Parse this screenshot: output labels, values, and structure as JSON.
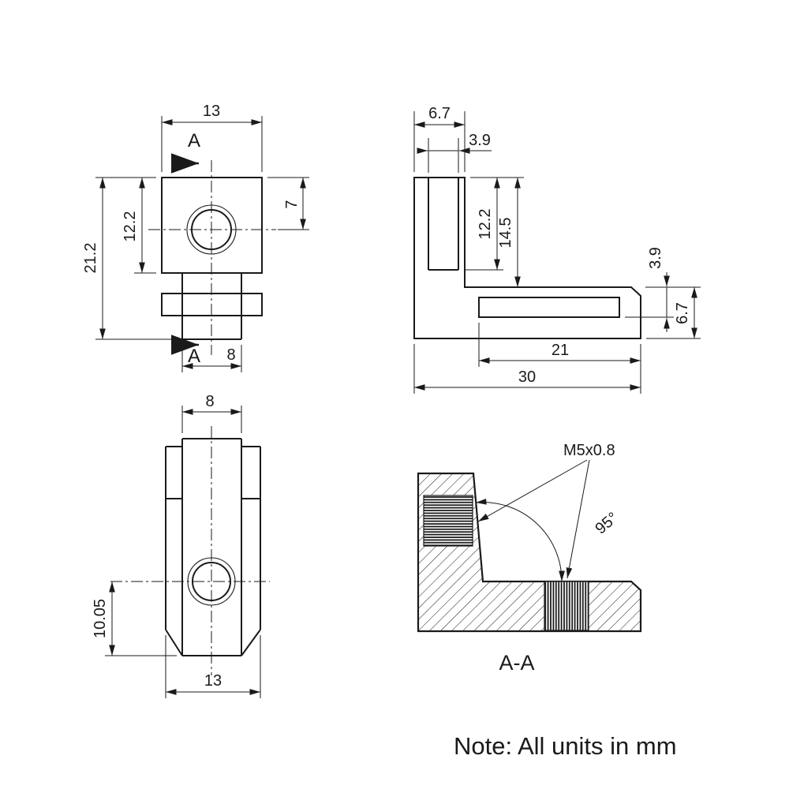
{
  "note": "Note: All units in mm",
  "colors": {
    "line": "#1a1a1a",
    "background": "#ffffff"
  },
  "front_view": {
    "section_label_top": "A",
    "section_label_bottom": "A",
    "dims": {
      "width": "13",
      "height": "21.2",
      "block_depth": "12.2",
      "hole_center_from_top": "7",
      "tab_width": "8"
    }
  },
  "side_view": {
    "dims": {
      "leg_width": "6.7",
      "slot_width": "3.9",
      "slot_depth": "12.2",
      "corner_depth": "14.5",
      "end_slot_depth": "3.9",
      "leg_thickness": "6.7",
      "slot_length": "21",
      "total_length": "30"
    }
  },
  "top_view": {
    "dims": {
      "tab_width": "8",
      "hole_to_end": "10.05",
      "width": "13"
    }
  },
  "section_view": {
    "label": "A-A",
    "thread_callout": "M5x0.8",
    "angle": "95°"
  }
}
